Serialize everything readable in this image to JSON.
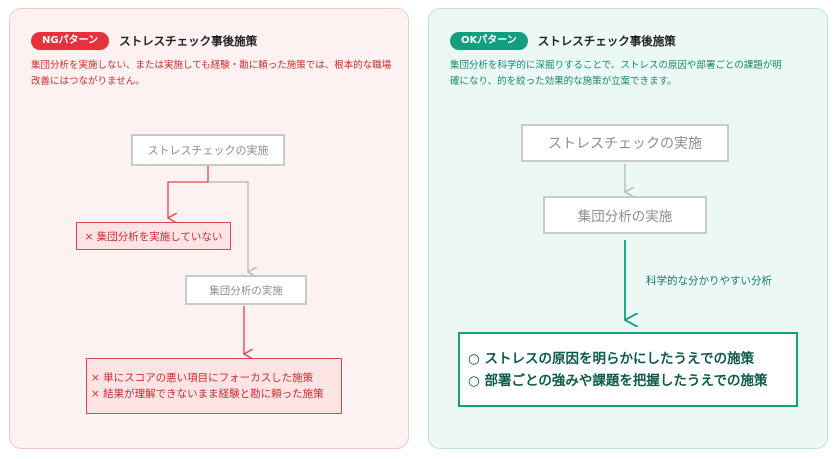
{
  "ng": {
    "badge": "NGパターン",
    "title": "ストレスチェック事後施策",
    "description": "集団分析を実施しない、または実施しても経験・勘に頼った施策では、根本的な職場改善にはつながりません。",
    "flow": {
      "start": "ストレスチェックの実施",
      "bad_branch": "× 集団分析を実施していない",
      "analysis": "集団分析の実施",
      "result_lines": [
        "× 単にスコアの悪い項目にフォーカスした施策",
        "× 結果が理解できないまま経験と勘に頼った施策"
      ]
    }
  },
  "ok": {
    "badge": "OKパターン",
    "title": "ストレスチェック事後施策",
    "description": "集団分析を科学的に深掘りすることで、ストレスの原因や部署ごとの課題が明確になり、的を絞った効果的な施策が立案できます。",
    "flow": {
      "start": "ストレスチェックの実施",
      "analysis": "集団分析の実施",
      "arrow_label": "科学的な分かりやすい分析",
      "result_lines": [
        "○ ストレスの原因を明らかにしたうえでの施策",
        "○ 部署ごとの強みや課題を把握したうえでの施策"
      ]
    }
  },
  "colors": {
    "ng_accent": "#e6323c",
    "ok_accent": "#139f7f",
    "gray_line": "#b5b5b5"
  }
}
